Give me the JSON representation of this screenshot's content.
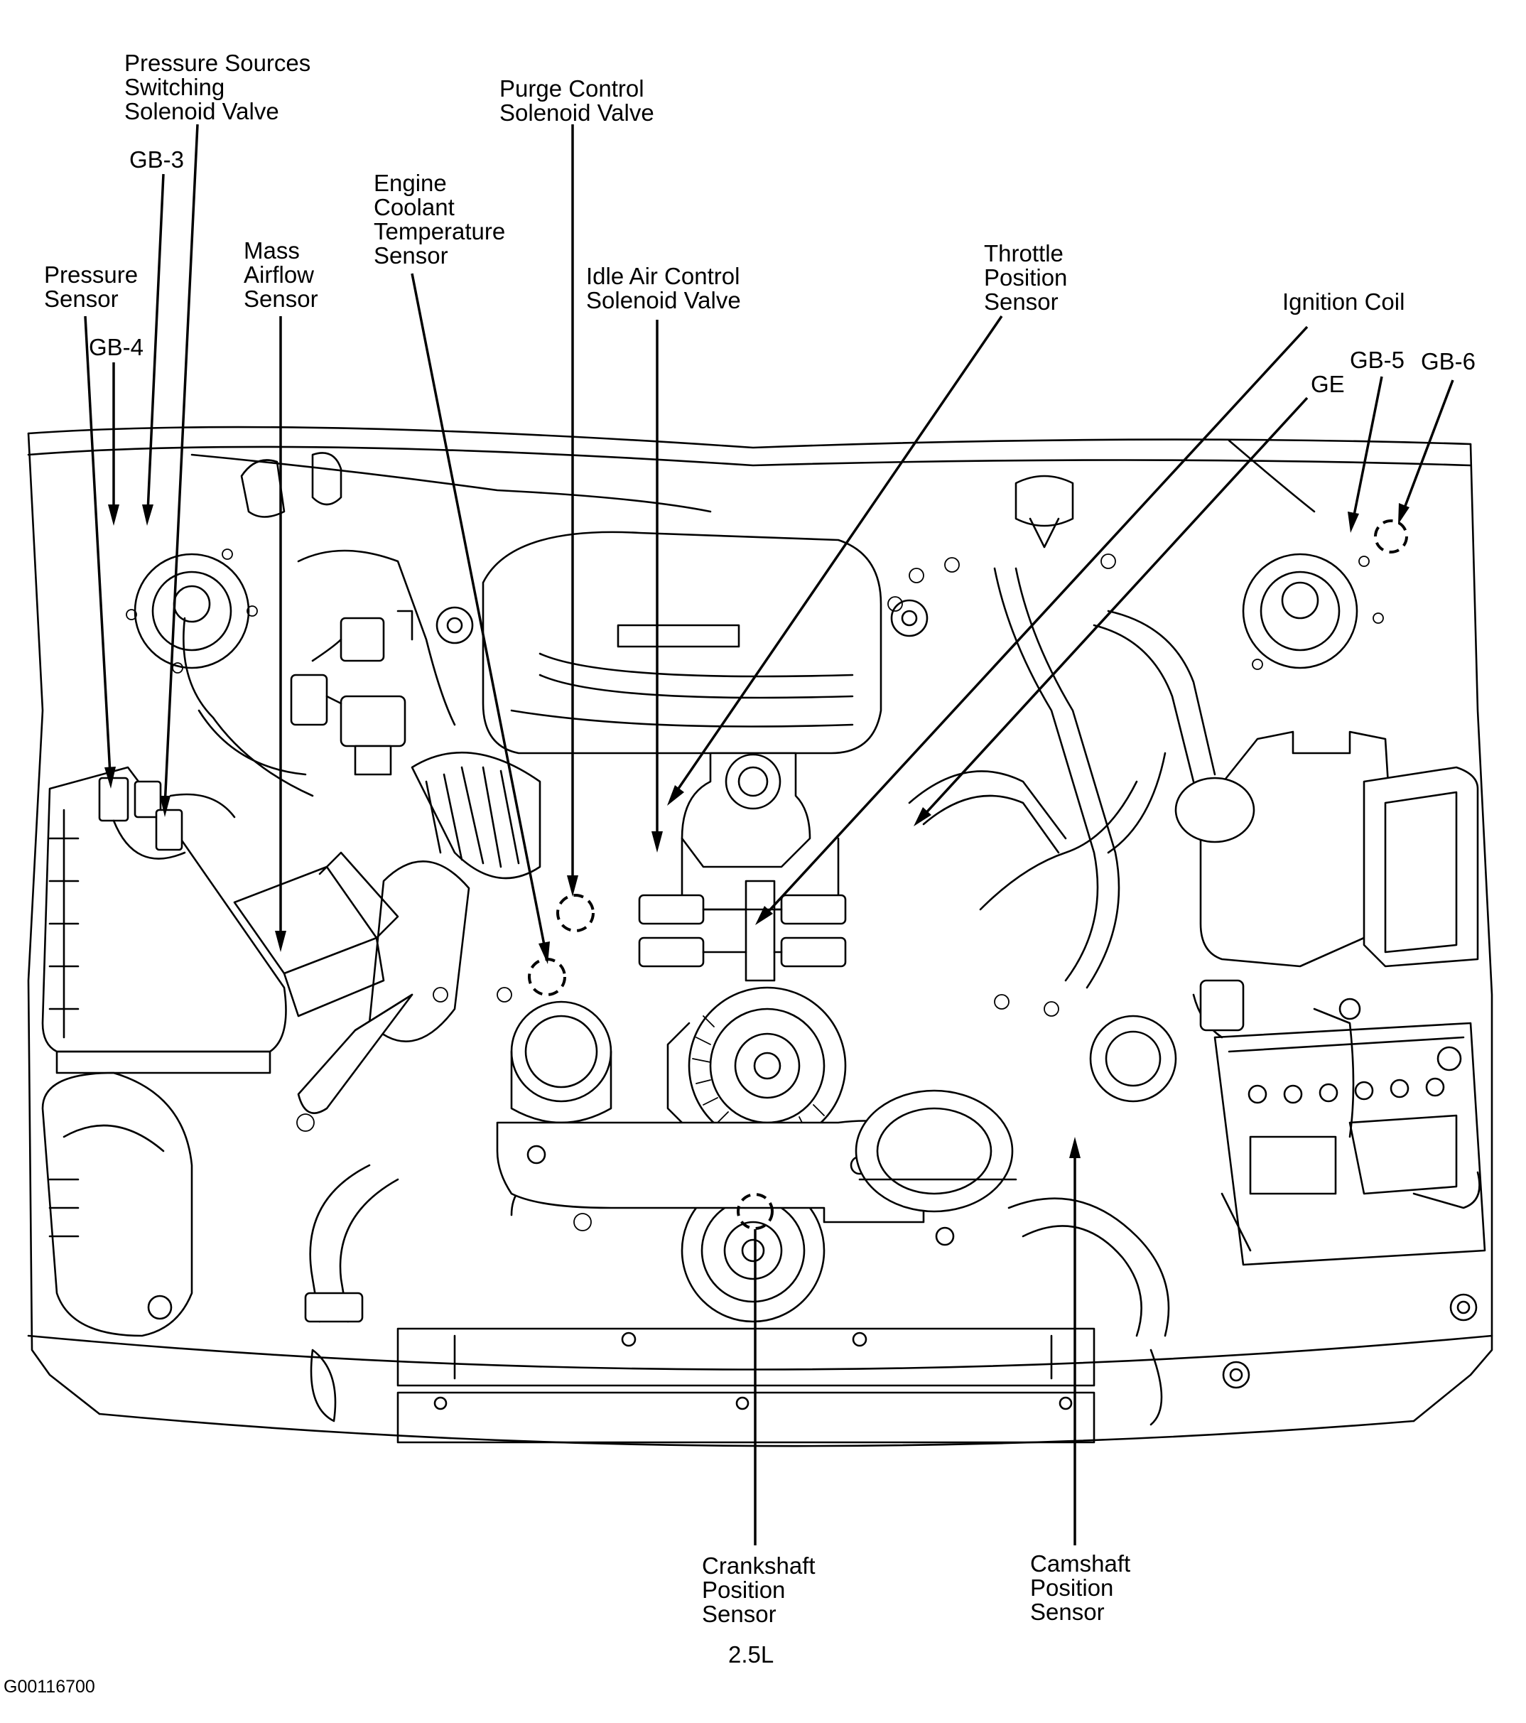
{
  "figure_id": "G00116700",
  "engine_label": "2.5L",
  "callouts": {
    "pressure_sources_valve": [
      "Pressure Sources",
      "Switching",
      "Solenoid Valve"
    ],
    "gb3": [
      "GB-3"
    ],
    "purge_control": [
      "Purge Control",
      "Solenoid Valve"
    ],
    "engine_coolant": [
      "Engine",
      "Coolant",
      "Temperature",
      "Sensor"
    ],
    "mass_airflow": [
      "Mass",
      "Airflow",
      "Sensor"
    ],
    "pressure_sensor": [
      "Pressure",
      "Sensor"
    ],
    "gb4": [
      "GB-4"
    ],
    "idle_air": [
      "Idle Air Control",
      "Solenoid Valve"
    ],
    "throttle": [
      "Throttle",
      "Position",
      "Sensor"
    ],
    "ignition_coil": [
      "Ignition Coil"
    ],
    "gb5": [
      "GB-5"
    ],
    "gb6": [
      "GB-6"
    ],
    "ge": [
      "GE"
    ],
    "crankshaft": [
      "Crankshaft",
      "Position",
      "Sensor"
    ],
    "camshaft": [
      "Camshaft",
      "Position",
      "Sensor"
    ]
  }
}
